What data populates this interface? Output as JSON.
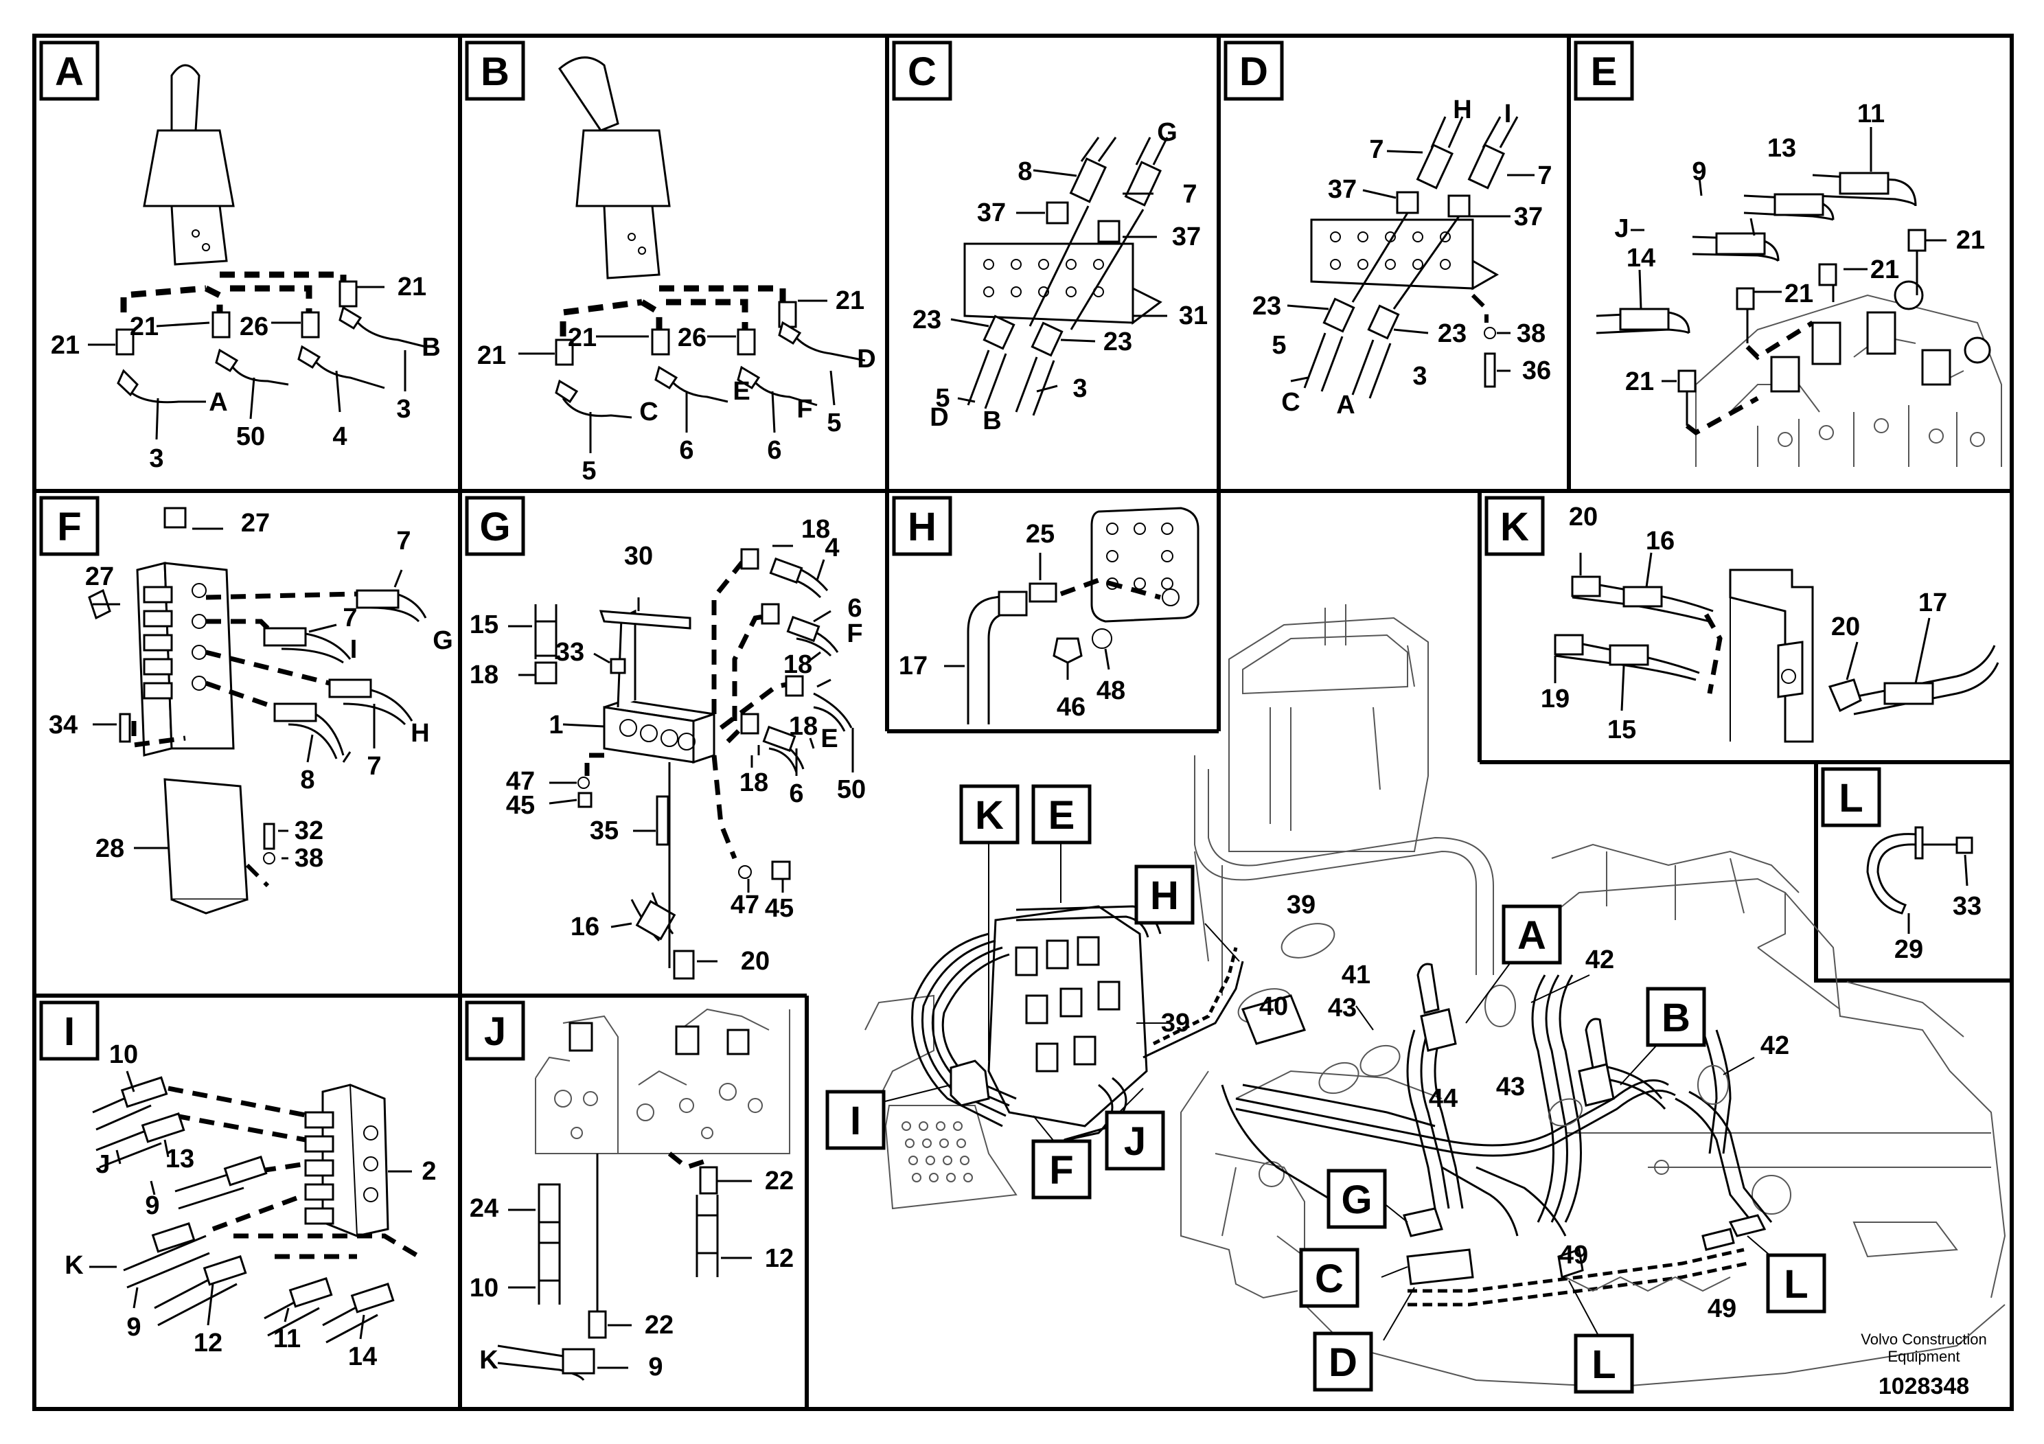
{
  "panels": {
    "A": {
      "letter": "A",
      "labels": {
        "l21a": "21",
        "l21b": "21",
        "l26": "26",
        "l21c": "21",
        "lB": "B",
        "lA": "A",
        "l3a": "3",
        "l3b": "3",
        "l50": "50",
        "l4": "4"
      }
    },
    "B": {
      "letter": "B",
      "labels": {
        "l21a": "21",
        "l21b": "21",
        "l26": "26",
        "l21c": "21",
        "lC": "C",
        "lE": "E",
        "lF": "F",
        "lD": "D",
        "l5a": "5",
        "l6a": "6",
        "l6b": "6",
        "l5b": "5"
      }
    },
    "C": {
      "letter": "C",
      "labels": {
        "lG": "G",
        "l8": "8",
        "l7": "7",
        "l37a": "37",
        "l37b": "37",
        "l31": "31",
        "l23a": "23",
        "l23b": "23",
        "l5": "5",
        "lD": "D",
        "lB": "B",
        "l3": "3"
      }
    },
    "D": {
      "letter": "D",
      "labels": {
        "lH": "H",
        "lI": "I",
        "l7a": "7",
        "l7b": "7",
        "l37a": "37",
        "l37b": "37",
        "l23a": "23",
        "l23b": "23",
        "l38": "38",
        "l5": "5",
        "l36": "36",
        "lC": "C",
        "lA": "A",
        "l3": "3"
      }
    },
    "E": {
      "letter": "E",
      "labels": {
        "l11": "11",
        "l13": "13",
        "l9": "9",
        "lJ": "J",
        "l21a": "21",
        "l14": "14",
        "l21b": "21",
        "l21c": "21",
        "l21d": "21"
      }
    },
    "F": {
      "letter": "F",
      "labels": {
        "l27a": "27",
        "l27b": "27",
        "l7a": "7",
        "l7b": "7",
        "lG": "G",
        "lI": "I",
        "l34": "34",
        "lH": "H",
        "l8": "8",
        "l7c": "7",
        "l32": "32",
        "l28": "28",
        "l38": "38"
      }
    },
    "G": {
      "letter": "G",
      "labels": {
        "l18a": "18",
        "l4": "4",
        "l30": "30",
        "l15": "15",
        "l6a": "6",
        "lF": "F",
        "l33": "33",
        "l18b": "18",
        "l18c": "18",
        "l1": "1",
        "l18d": "18",
        "lE": "E",
        "l18e": "18",
        "l50": "50",
        "l47a": "47",
        "l45a": "45",
        "l6b": "6",
        "l35": "35",
        "l47b": "47",
        "l45b": "45",
        "l16": "16",
        "l20": "20"
      }
    },
    "H": {
      "letter": "H",
      "labels": {
        "l25": "25",
        "l17": "17",
        "l46": "46",
        "l48": "48"
      }
    },
    "K": {
      "letter": "K",
      "labels": {
        "l20a": "20",
        "l16": "16",
        "l17": "17",
        "l20b": "20",
        "l19": "19",
        "l15": "15"
      }
    },
    "L": {
      "letter": "L",
      "labels": {
        "l33": "33",
        "l29": "29"
      }
    },
    "I": {
      "letter": "I",
      "labels": {
        "l10": "10",
        "l13": "13",
        "lJ": "J",
        "l9a": "9",
        "l2": "2",
        "lK": "K",
        "l9b": "9",
        "l12": "12",
        "l11": "11",
        "l14": "14"
      }
    },
    "J": {
      "letter": "J",
      "labels": {
        "l22a": "22",
        "l24": "24",
        "l12": "12",
        "l10": "10",
        "l22b": "22",
        "lK": "K",
        "l9": "9"
      }
    }
  },
  "overview": {
    "callouts": {
      "K": "K",
      "E": "E",
      "H": "H",
      "A": "A",
      "B": "B",
      "I": "I",
      "F": "F",
      "J": "J",
      "G": "G",
      "C": "C",
      "D": "D",
      "L1": "L",
      "L2": "L"
    },
    "labels": {
      "l39a": "39",
      "l42a": "42",
      "l41": "41",
      "l40": "40",
      "l43a": "43",
      "l39b": "39",
      "l42b": "42",
      "l43b": "43",
      "l44": "44",
      "l49a": "49",
      "l49b": "49"
    }
  },
  "footer": {
    "line1": "Volvo Construction",
    "line2": "Equipment",
    "drawing_number": "1028348"
  }
}
